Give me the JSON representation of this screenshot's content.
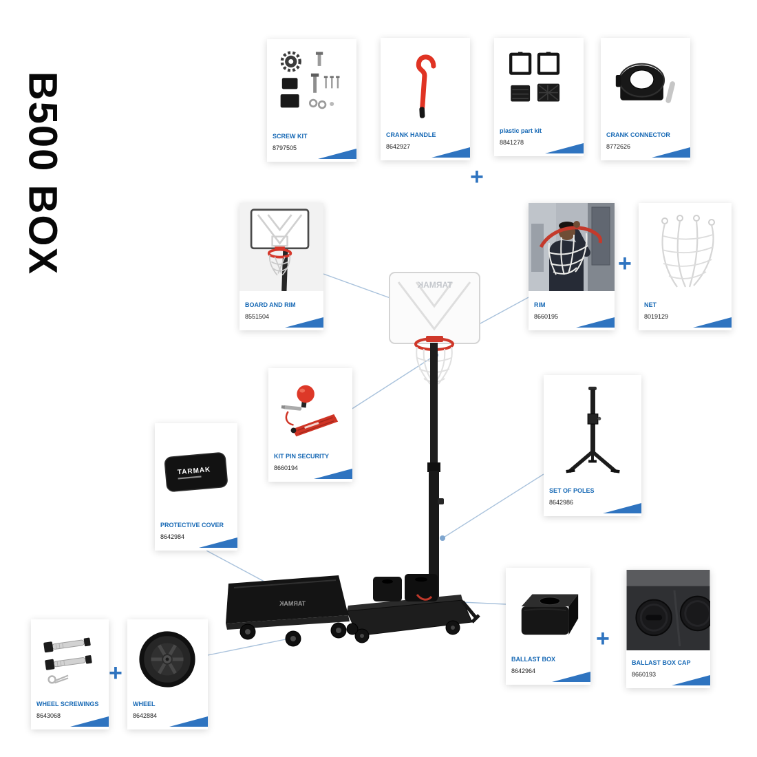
{
  "page": {
    "title": "B500 BOX"
  },
  "brand": "TARMAK",
  "symbols": {
    "plus": "+"
  },
  "accent": {
    "blue": "#2f74c0",
    "label_blue": "#1769b5",
    "red": "#d5372a"
  },
  "parts": [
    {
      "id": "screw-kit",
      "label": "SCREW KIT",
      "ref": "8797505"
    },
    {
      "id": "crank-handle",
      "label": "CRANK HANDLE",
      "ref": "8642927"
    },
    {
      "id": "plastic-part-kit",
      "label": "plastic part kit",
      "ref": "8841278"
    },
    {
      "id": "crank-connector",
      "label": "CRANK CONNECTOR",
      "ref": "8772626"
    },
    {
      "id": "board-and-rim",
      "label": "BOARD AND RIM",
      "ref": "8551504"
    },
    {
      "id": "rim",
      "label": "RIM",
      "ref": "8660195"
    },
    {
      "id": "net",
      "label": "NET",
      "ref": "8019129"
    },
    {
      "id": "kit-pin-security",
      "label": "KIT PIN SECURITY",
      "ref": "8660194"
    },
    {
      "id": "set-of-poles",
      "label": "SET OF POLES",
      "ref": "8642986"
    },
    {
      "id": "protective-cover",
      "label": "PROTECTIVE COVER",
      "ref": "8642984"
    },
    {
      "id": "wheel-screwings",
      "label": "WHEEL SCREWINGS",
      "ref": "8643068"
    },
    {
      "id": "wheel",
      "label": "WHEEL",
      "ref": "8642884"
    },
    {
      "id": "ballast-box",
      "label": "BALLAST BOX",
      "ref": "8642964"
    },
    {
      "id": "ballast-box-cap",
      "label": "BALLAST BOX CAP",
      "ref": "8660193"
    }
  ]
}
